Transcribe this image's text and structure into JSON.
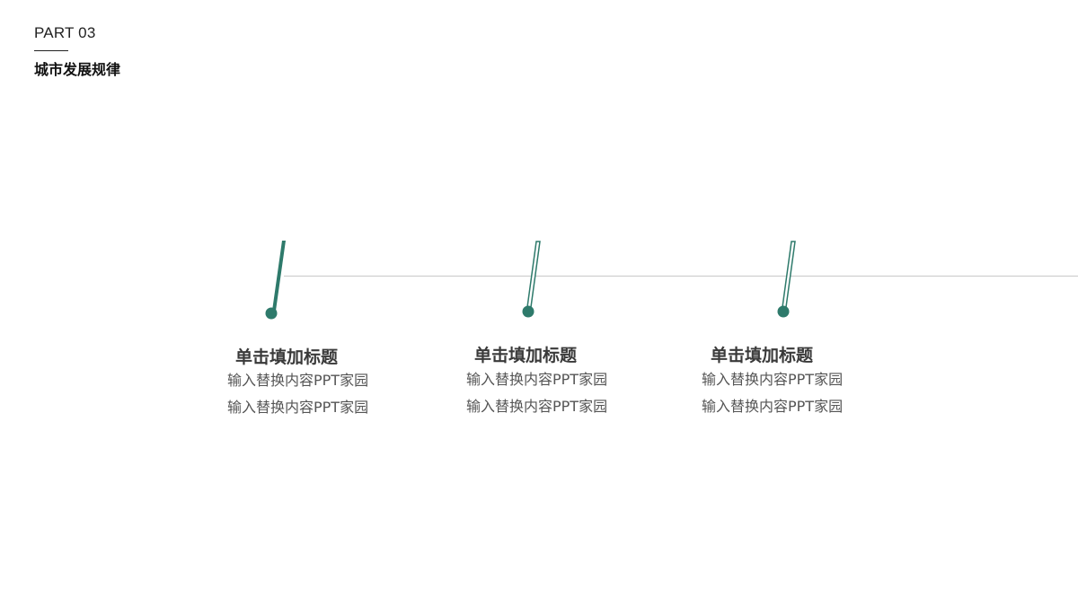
{
  "header": {
    "part_label": "PART 03",
    "section_title": "城市发展规律"
  },
  "colors": {
    "accent": "#2e7a6b",
    "timeline_line": "#c8c8c8",
    "title_text": "#3a3a3a",
    "body_text": "#555555"
  },
  "timeline": {
    "items": [
      {
        "title": "单击填加标题",
        "lines": [
          "输入替换内容PPT家园",
          "输入替换内容PPT家园"
        ],
        "marker_style": "solid"
      },
      {
        "title": "单击填加标题",
        "lines": [
          "输入替换内容PPT家园",
          "输入替换内容PPT家园"
        ],
        "marker_style": "outline"
      },
      {
        "title": "单击填加标题",
        "lines": [
          "输入替换内容PPT家园",
          "输入替换内容PPT家园"
        ],
        "marker_style": "outline"
      }
    ]
  }
}
